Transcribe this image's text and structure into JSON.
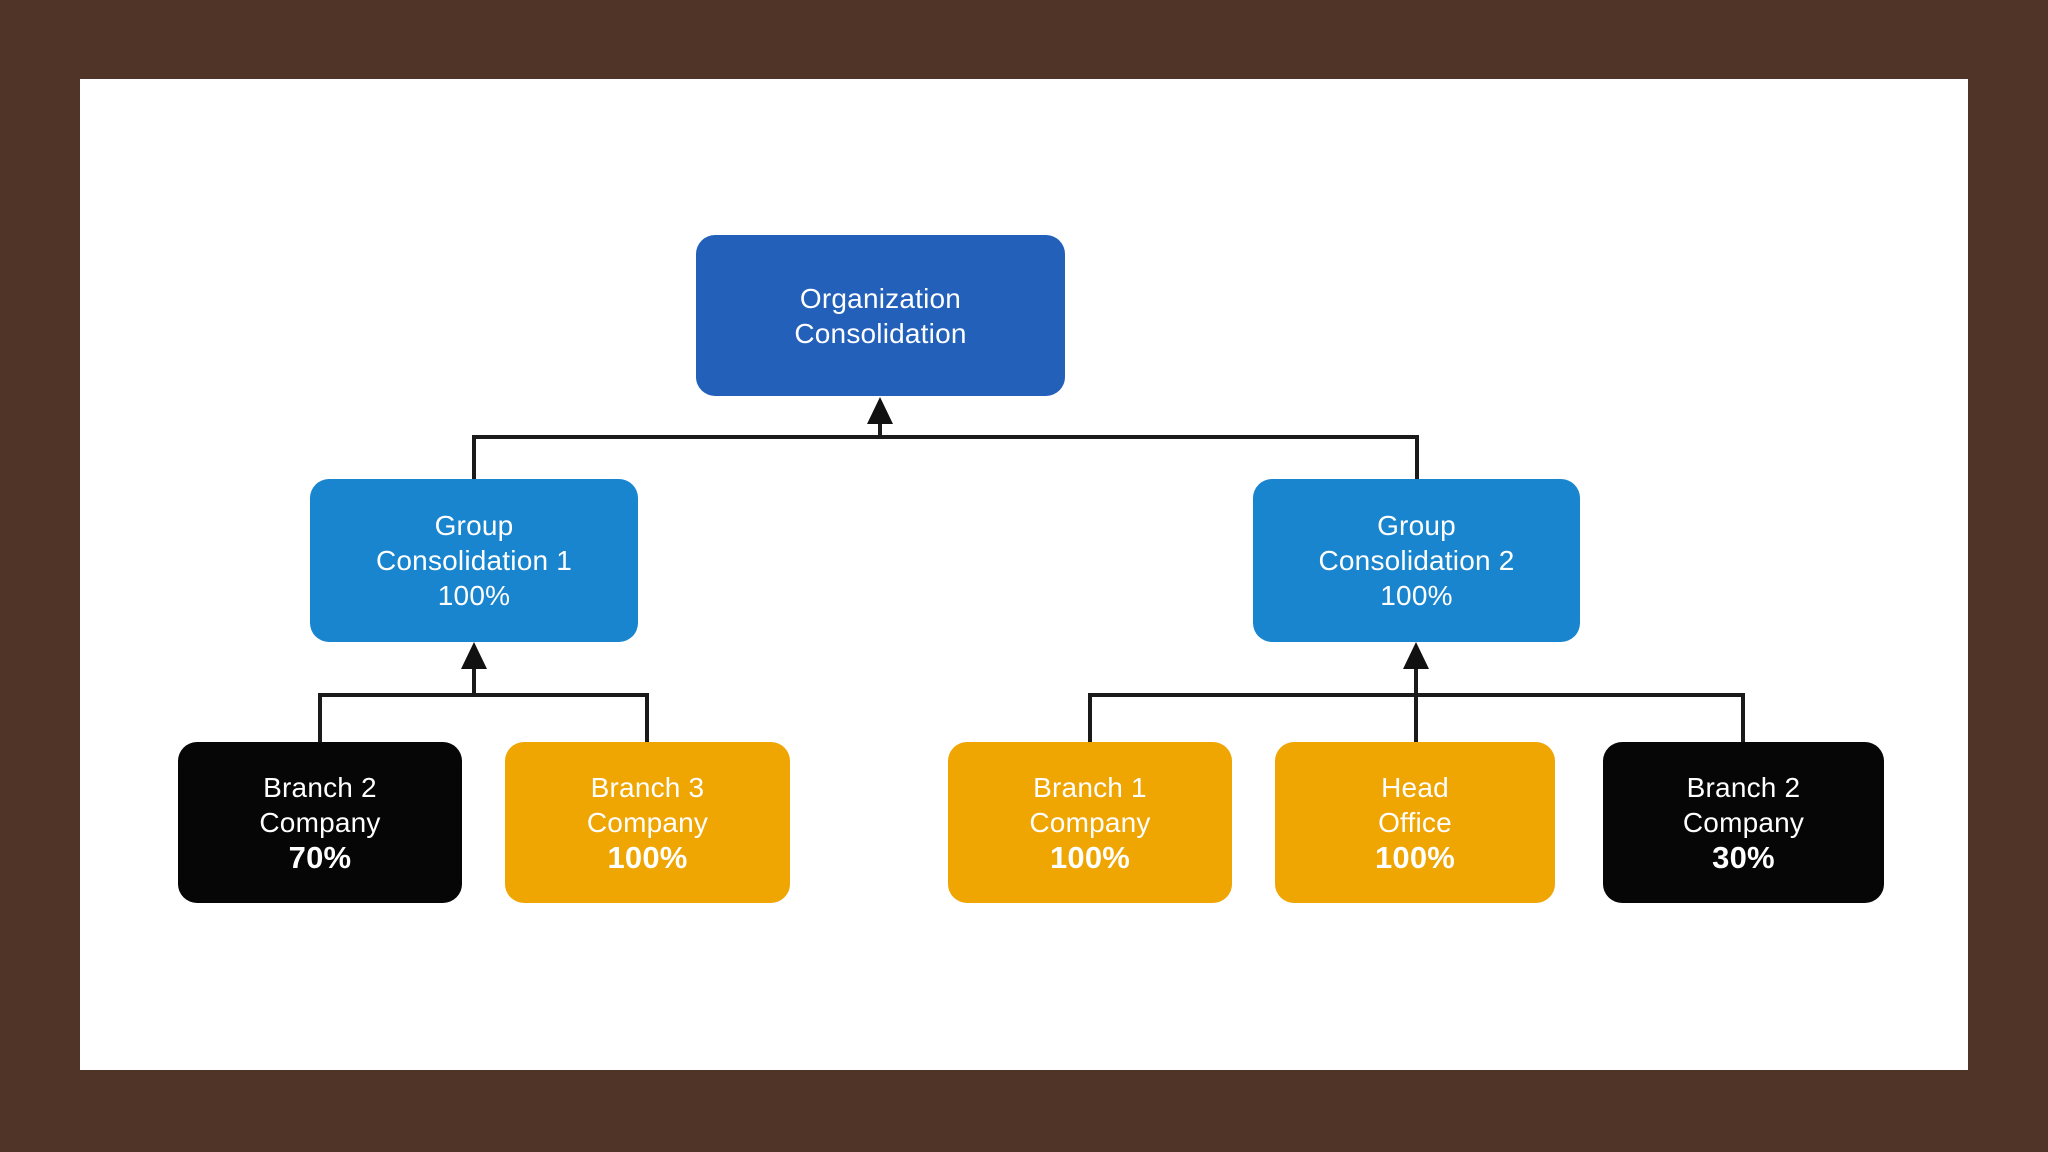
{
  "diagram": {
    "type": "org-chart",
    "arrow_direction": "child-to-parent",
    "colors": {
      "frame_brown": "#4f3427",
      "canvas_white": "#ffffff",
      "root_node_blue": "#2260ba",
      "group_node_blue": "#1a85cf",
      "company_orange": "#efa502",
      "company_black": "#060607",
      "connector_black": "#1a1a1a",
      "node_text": "#ffffff"
    },
    "nodes": {
      "root": {
        "lines": [
          "Organization",
          "Consolidation"
        ],
        "percent": ""
      },
      "group1": {
        "lines": [
          "Group",
          "Consolidation 1"
        ],
        "percent": "100%"
      },
      "group2": {
        "lines": [
          "Group",
          "Consolidation 2"
        ],
        "percent": "100%"
      },
      "branch2_left": {
        "lines": [
          "Branch 2",
          "Company"
        ],
        "percent": "70%"
      },
      "branch3": {
        "lines": [
          "Branch 3",
          "Company"
        ],
        "percent": "100%"
      },
      "branch1": {
        "lines": [
          "Branch 1",
          "Company"
        ],
        "percent": "100%"
      },
      "head_office": {
        "lines": [
          "Head",
          "Office"
        ],
        "percent": "100%"
      },
      "branch2_right": {
        "lines": [
          "Branch 2",
          "Company"
        ],
        "percent": "30%"
      }
    },
    "edges": [
      {
        "from": "group1",
        "to": "root"
      },
      {
        "from": "group2",
        "to": "root"
      },
      {
        "from": "branch2_left",
        "to": "group1"
      },
      {
        "from": "branch3",
        "to": "group1"
      },
      {
        "from": "branch1",
        "to": "group2"
      },
      {
        "from": "head_office",
        "to": "group2"
      },
      {
        "from": "branch2_right",
        "to": "group2"
      }
    ]
  }
}
